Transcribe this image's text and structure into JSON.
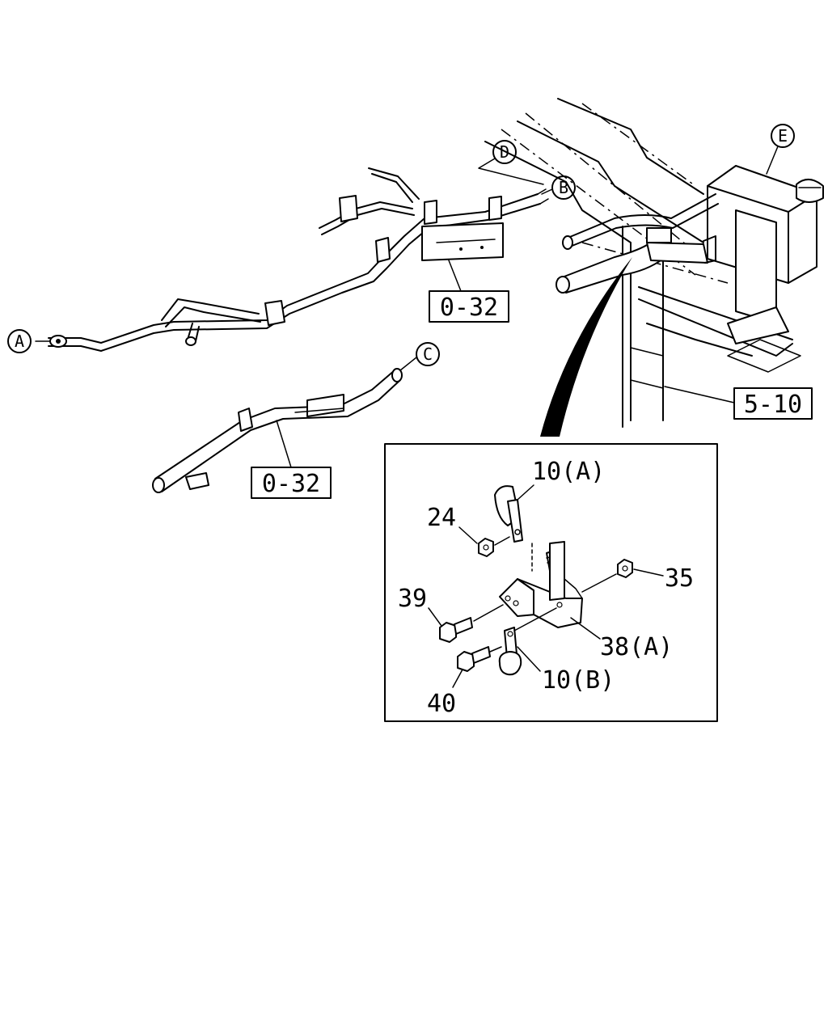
{
  "callouts": {
    "A": "A",
    "B": "B",
    "C": "C",
    "D": "D",
    "E": "E"
  },
  "references": {
    "ref_upper": "0-32",
    "ref_lower": "0-32",
    "ref_right": "5-10"
  },
  "detail_parts": {
    "p10a": "10(A)",
    "p24": "24",
    "p35": "35",
    "p39": "39",
    "p38a": "38(A)",
    "p10b": "10(B)",
    "p40": "40"
  }
}
